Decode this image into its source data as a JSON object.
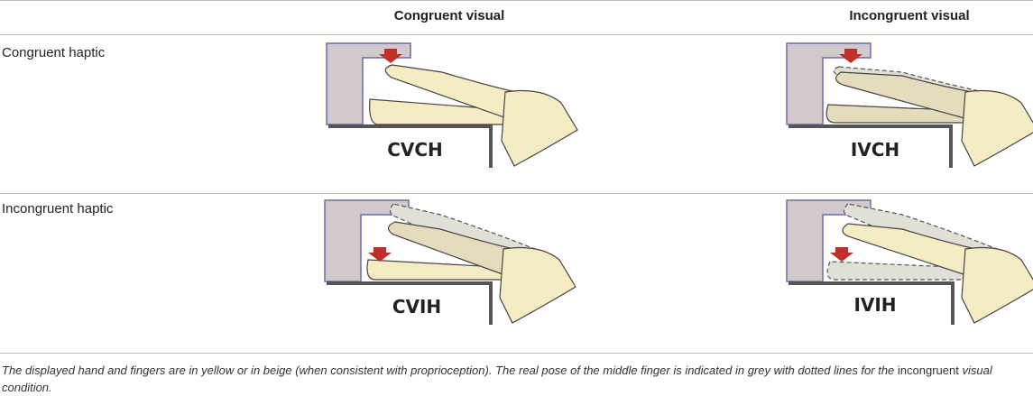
{
  "columns": {
    "congruent_visual": "Congruent visual",
    "incongruent_visual": "Incongruent visual"
  },
  "rows": {
    "congruent_haptic": "Congruent haptic",
    "incongruent_haptic": "Incongruent haptic"
  },
  "panels": {
    "cvch": "CVCH",
    "ivch": "IVCH",
    "cvih": "CVIH",
    "ivih": "IVIH"
  },
  "caption": {
    "part1": "The displayed hand and fingers are in yellow or in beige (when consistent with proprioception). The real pose of the middle finger is indicated in grey with dotted lines for the",
    "part2": "incongruent",
    "part3": "visual condition."
  },
  "colors": {
    "device": "#d2c9cc",
    "device_stroke": "#6e6aa8",
    "finger_yellow": "#f6ecc4",
    "finger_beige": "#e4dcbd",
    "arrow": "#c0302b",
    "table": "#555555"
  }
}
